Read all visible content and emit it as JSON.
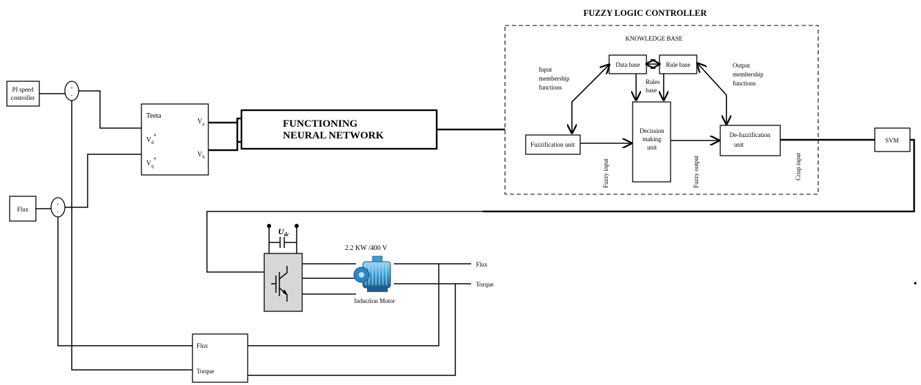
{
  "title": "FUZZY LOGIC CONTROLLER",
  "knowledge_base": "KNOWLEDGE BASE",
  "blocks": {
    "pi_speed": [
      "PI speed",
      "controller"
    ],
    "flux_ref": "Flux",
    "transform_inputs": [
      "Teeta",
      "V",
      "V"
    ],
    "transform_sub": [
      "d",
      "q"
    ],
    "transform_outputs": [
      "V",
      "V"
    ],
    "transform_out_sub": [
      "a",
      "b"
    ],
    "nn": [
      "FUNCTIONING",
      "NEURAL NETWORK"
    ],
    "data_base": "Data base",
    "rule_base": "Rule base",
    "fuzzification": "Fuzzification unit",
    "decision": [
      "Decission",
      "making",
      "unit"
    ],
    "defuzz": [
      "De-fuzzification",
      "unit"
    ],
    "svm": "SVM",
    "estimator": [
      "Flux",
      "Torque"
    ],
    "motor_label": "Induction Motor",
    "motor_rating": "2.2  KW /400 V",
    "udc": "U",
    "udc_sub": "dc"
  },
  "labels": {
    "input_mf": [
      "Input",
      "membership",
      "functions"
    ],
    "output_mf": [
      "Output",
      "membership",
      "functions"
    ],
    "rules_base": [
      "Rules",
      "base"
    ],
    "fuzzy_input": "Fuzzy input",
    "fuzzy_output": "Fuzzy output",
    "crisp_input": "Crisp input",
    "flux_out": "Flux",
    "torque_out": "Torque",
    "sum_signs": [
      "+",
      "-"
    ],
    "star": "*",
    "dot": "."
  }
}
